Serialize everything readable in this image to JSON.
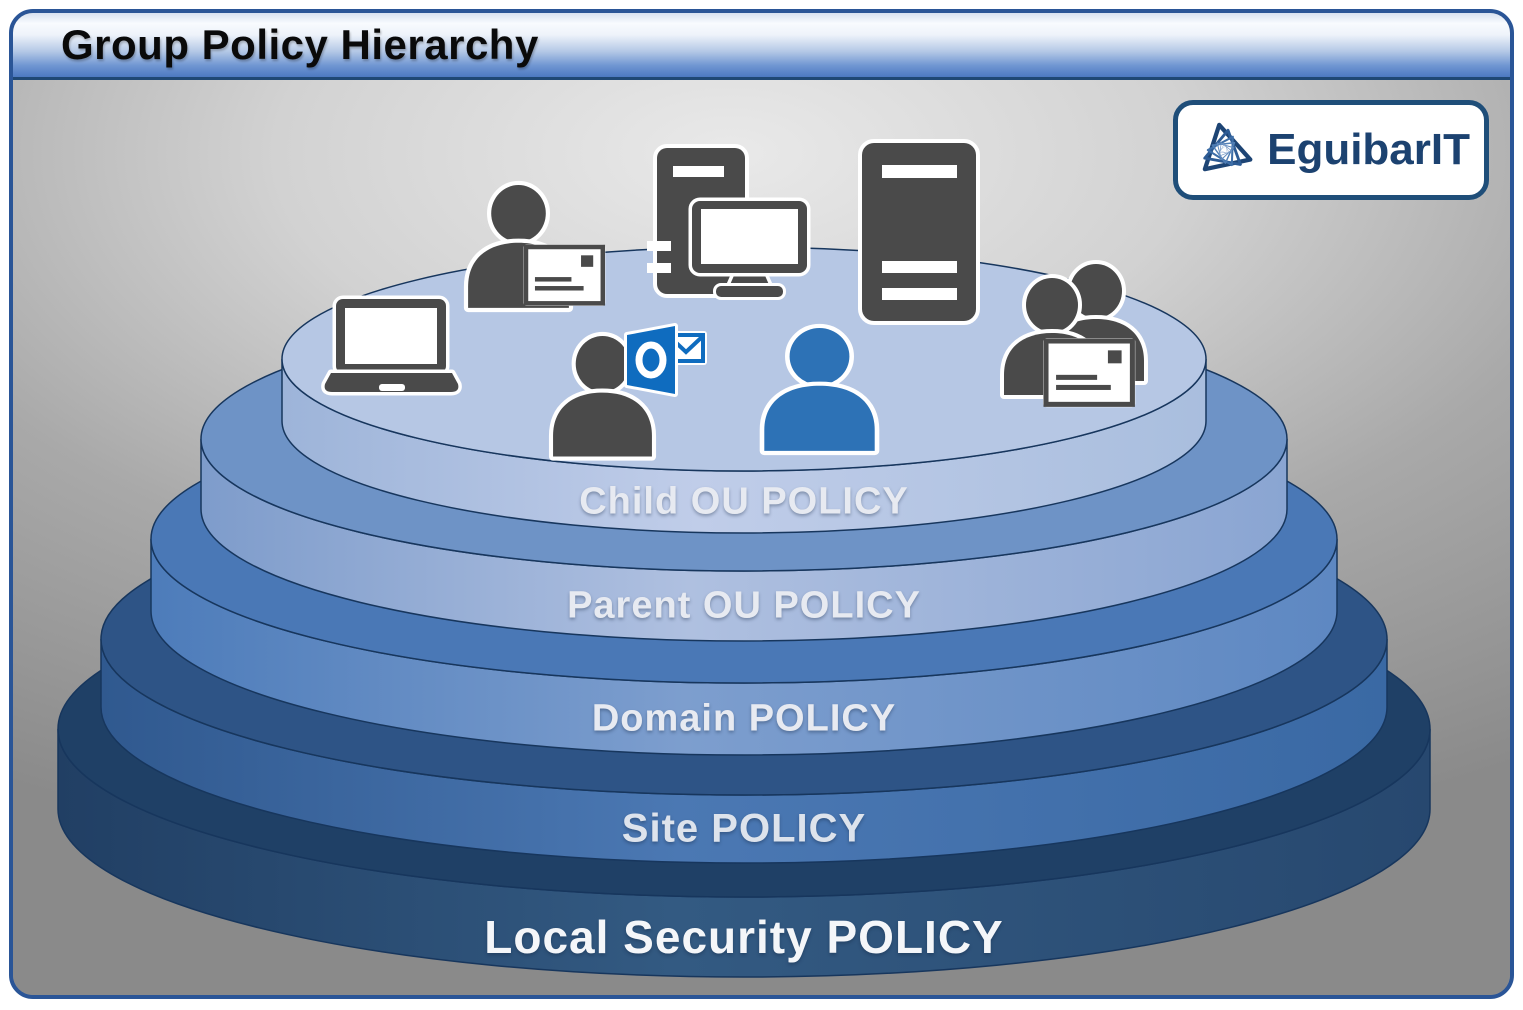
{
  "window": {
    "title": "Group Policy Hierarchy"
  },
  "logo": {
    "text": "EguibarIT",
    "text_color": "#1c4270"
  },
  "stack": {
    "description": "Group Policy precedence layers, top (most specific) to bottom (least specific)",
    "layers": [
      {
        "id": "child-ou",
        "label": "Child OU POLICY",
        "top_color": "#b6c7e4",
        "side_color": "#aec2e2"
      },
      {
        "id": "parent-ou",
        "label": "Parent OU POLICY",
        "top_color": "#6e93c6",
        "side_color": "#9db3d8"
      },
      {
        "id": "domain",
        "label": "Domain POLICY",
        "top_color": "#4a78b6",
        "side_color": "#6b92c7"
      },
      {
        "id": "site",
        "label": "Site POLICY",
        "top_color": "#2e5486",
        "side_color": "#4170ab"
      },
      {
        "id": "local-security",
        "label": "Local Security POLICY",
        "top_color": "#1f4066",
        "side_color": "#2e5179"
      }
    ]
  },
  "icons": [
    {
      "name": "laptop-icon"
    },
    {
      "name": "user-with-mail-icon"
    },
    {
      "name": "desktop-computer-icon"
    },
    {
      "name": "server-tower-icon"
    },
    {
      "name": "user-with-outlook-icon"
    },
    {
      "name": "outlook-icon"
    },
    {
      "name": "blue-user-icon"
    },
    {
      "name": "user-group-with-mail-icon"
    }
  ],
  "colors": {
    "panel_border": "#2a5597",
    "dark_gray_icon": "#4a4a4a",
    "blue_user": "#2d72b6",
    "outlook_blue": "#0f6cbf",
    "outline_stroke": "#17365d"
  }
}
